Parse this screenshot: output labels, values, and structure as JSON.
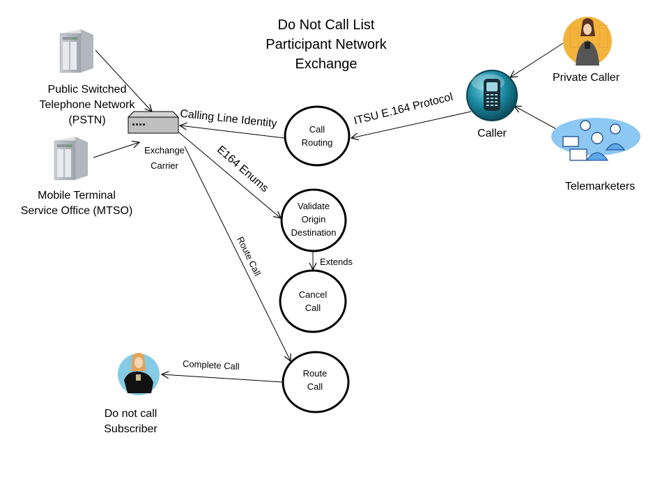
{
  "title": [
    "Do Not Call List",
    "Participant Network",
    "Exchange"
  ],
  "actors": {
    "pstn": {
      "label": [
        "Public Switched",
        "Telephone Network",
        "(PSTN)"
      ],
      "icon": "server-tower-icon"
    },
    "mtso": {
      "label": [
        "Mobile Terminal",
        "Service Office (MTSO)"
      ],
      "icon": "server-tower-icon"
    },
    "exchange": {
      "label": [
        "Exchange",
        "Carrier"
      ],
      "icon": "network-switch-icon"
    },
    "caller": {
      "label": "Caller",
      "icon": "mobile-phone-icon",
      "color": "#1B8CA3"
    },
    "private_caller": {
      "label": "Private Caller",
      "icon": "woman-with-phone-icon",
      "color": "#F3B33D"
    },
    "telemarketers": {
      "label": "Telemarketers",
      "icon": "call-center-agents-icon",
      "color": "#8CC8F2"
    },
    "subscriber": {
      "label": [
        "Do not call",
        "Subscriber"
      ],
      "icon": "woman-on-phone-icon",
      "color": "#86CBE4"
    }
  },
  "processes": [
    {
      "id": "call-routing",
      "label": [
        "Call",
        "Routing"
      ]
    },
    {
      "id": "validate",
      "label": [
        "Validate",
        "Origin",
        "Destination"
      ]
    },
    {
      "id": "cancel-call",
      "label": [
        "Cancel",
        "Call"
      ]
    },
    {
      "id": "route-call",
      "label": [
        "Route",
        "Call"
      ]
    }
  ],
  "edges": {
    "calling_line_identity": "Calling Line Identity",
    "itsu_protocol": "ITSU E.164 Protocol",
    "e164_enums": "E164 Enums",
    "route_call": "Route Call",
    "extends": "Extends",
    "complete_call": "Complete Call"
  }
}
